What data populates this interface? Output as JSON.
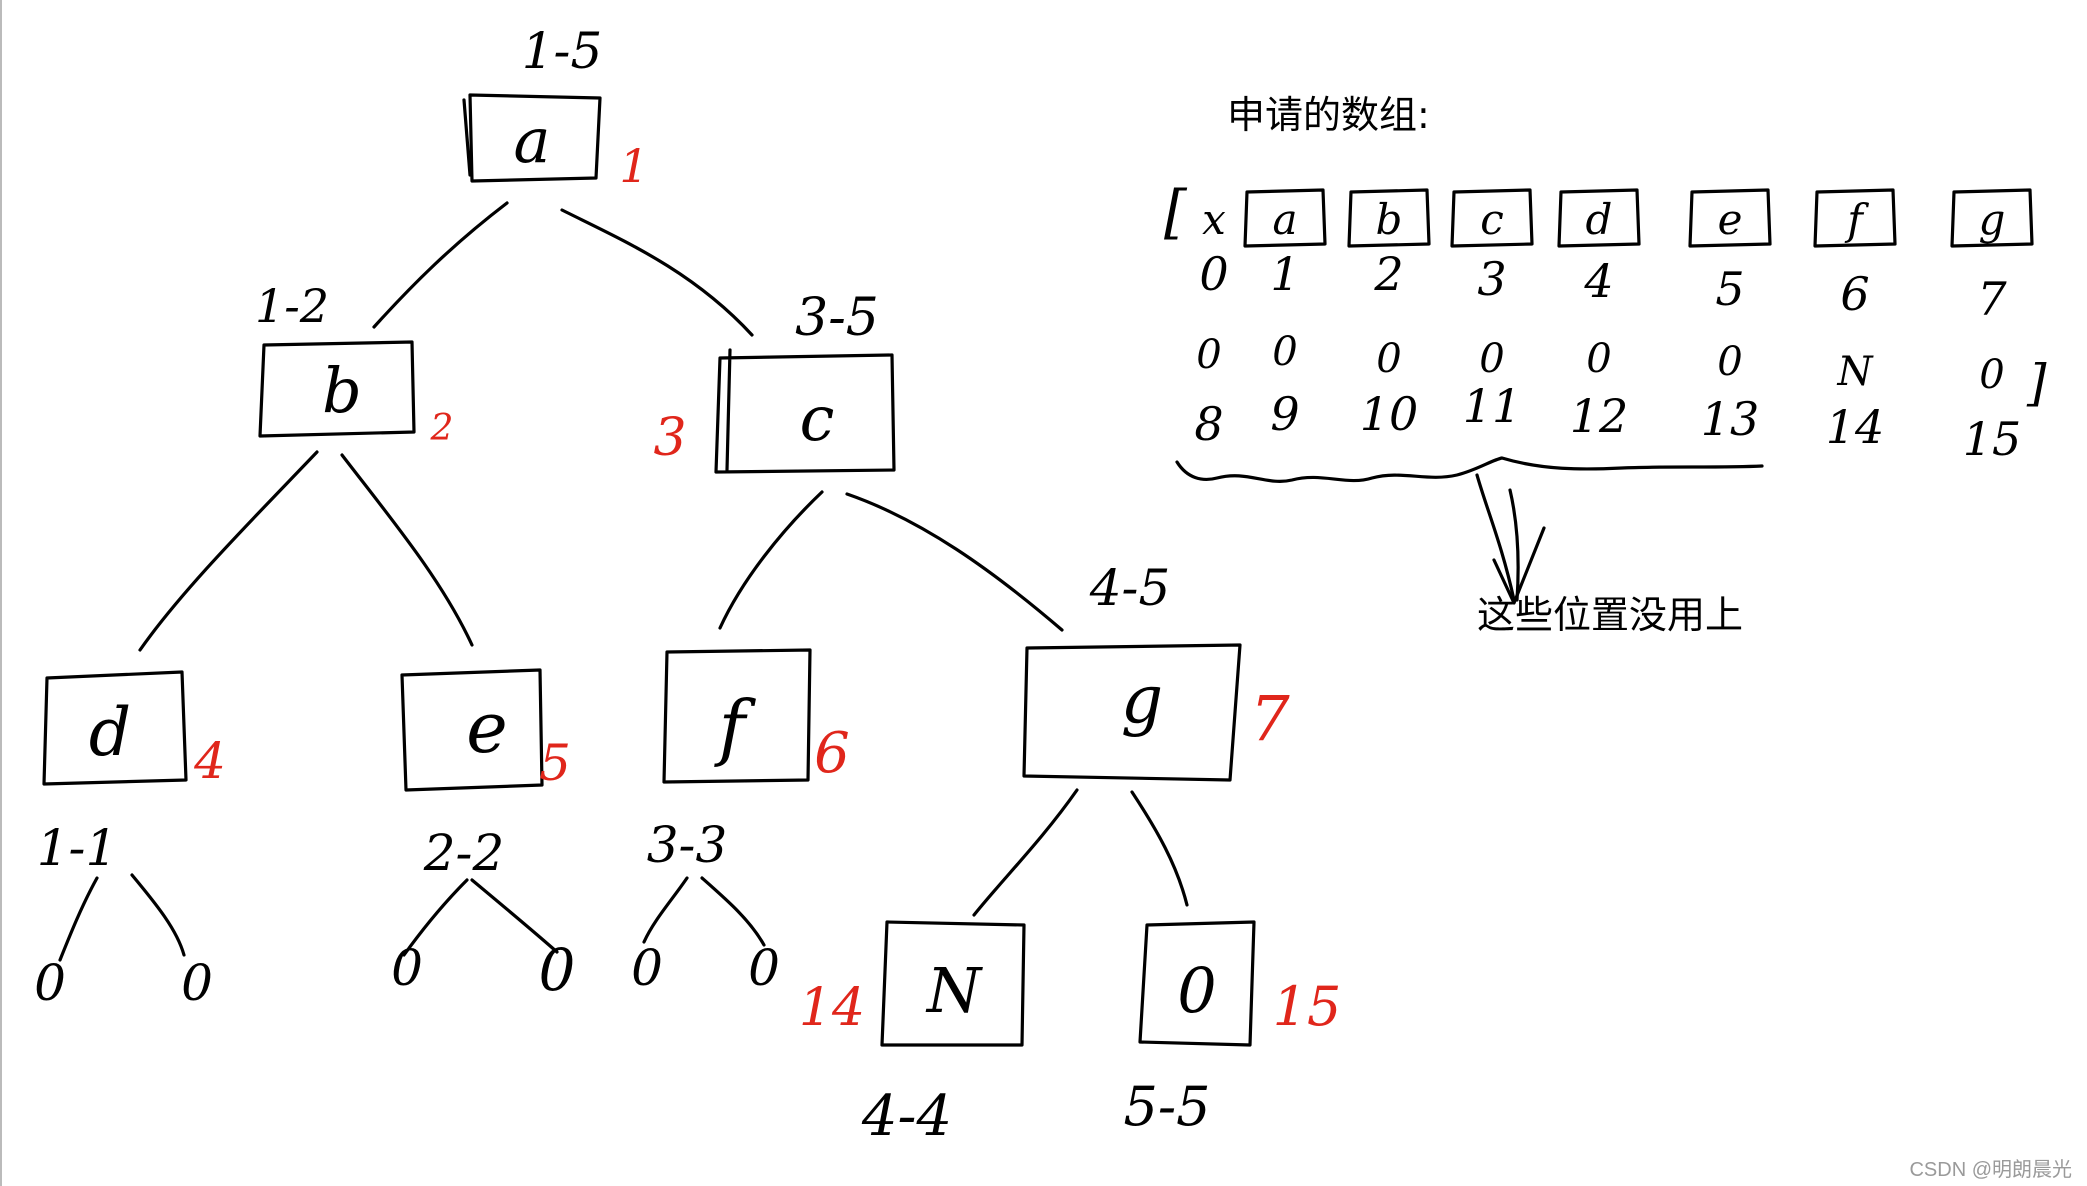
{
  "tree": {
    "nodes": [
      {
        "id": "a",
        "label": "a",
        "index": "1",
        "range": "1-5"
      },
      {
        "id": "b",
        "label": "b",
        "index": "2",
        "range": "1-2"
      },
      {
        "id": "c",
        "label": "c",
        "index": "3",
        "range": "3-5"
      },
      {
        "id": "d",
        "label": "d",
        "index": "4",
        "range": "1-1"
      },
      {
        "id": "e",
        "label": "e",
        "index": "5",
        "range": "2-2"
      },
      {
        "id": "f",
        "label": "f",
        "index": "6",
        "range": "3-3"
      },
      {
        "id": "g",
        "label": "g",
        "index": "7",
        "range": "4-5"
      },
      {
        "id": "n",
        "label": "N",
        "index": "14",
        "range": "4-4"
      },
      {
        "id": "o",
        "label": "0",
        "index": "15",
        "range": "5-5"
      }
    ],
    "leaf_zeros": [
      "0",
      "0",
      "0",
      "0",
      "0",
      "0"
    ]
  },
  "array": {
    "title": "申请的数组:",
    "open_bracket": "[",
    "close_bracket": "]",
    "row1": [
      {
        "value": "x",
        "boxed": false,
        "index": "0"
      },
      {
        "value": "a",
        "boxed": true,
        "index": "1"
      },
      {
        "value": "b",
        "boxed": true,
        "index": "2"
      },
      {
        "value": "c",
        "boxed": true,
        "index": "3"
      },
      {
        "value": "d",
        "boxed": true,
        "index": "4"
      },
      {
        "value": "e",
        "boxed": true,
        "index": "5"
      },
      {
        "value": "f",
        "boxed": true,
        "index": "6"
      },
      {
        "value": "g",
        "boxed": true,
        "index": "7"
      }
    ],
    "row2": [
      {
        "value": "0",
        "index": "8"
      },
      {
        "value": "0",
        "index": "9"
      },
      {
        "value": "0",
        "index": "10"
      },
      {
        "value": "0",
        "index": "11"
      },
      {
        "value": "0",
        "index": "12"
      },
      {
        "value": "0",
        "index": "13"
      },
      {
        "value": "N",
        "index": "14"
      },
      {
        "value": "0",
        "index": "15"
      }
    ],
    "annotation": "这些位置没用上"
  },
  "watermark": "CSDN @明朗晨光",
  "colors": {
    "ink": "#000000",
    "index_red": "#e0261b"
  }
}
